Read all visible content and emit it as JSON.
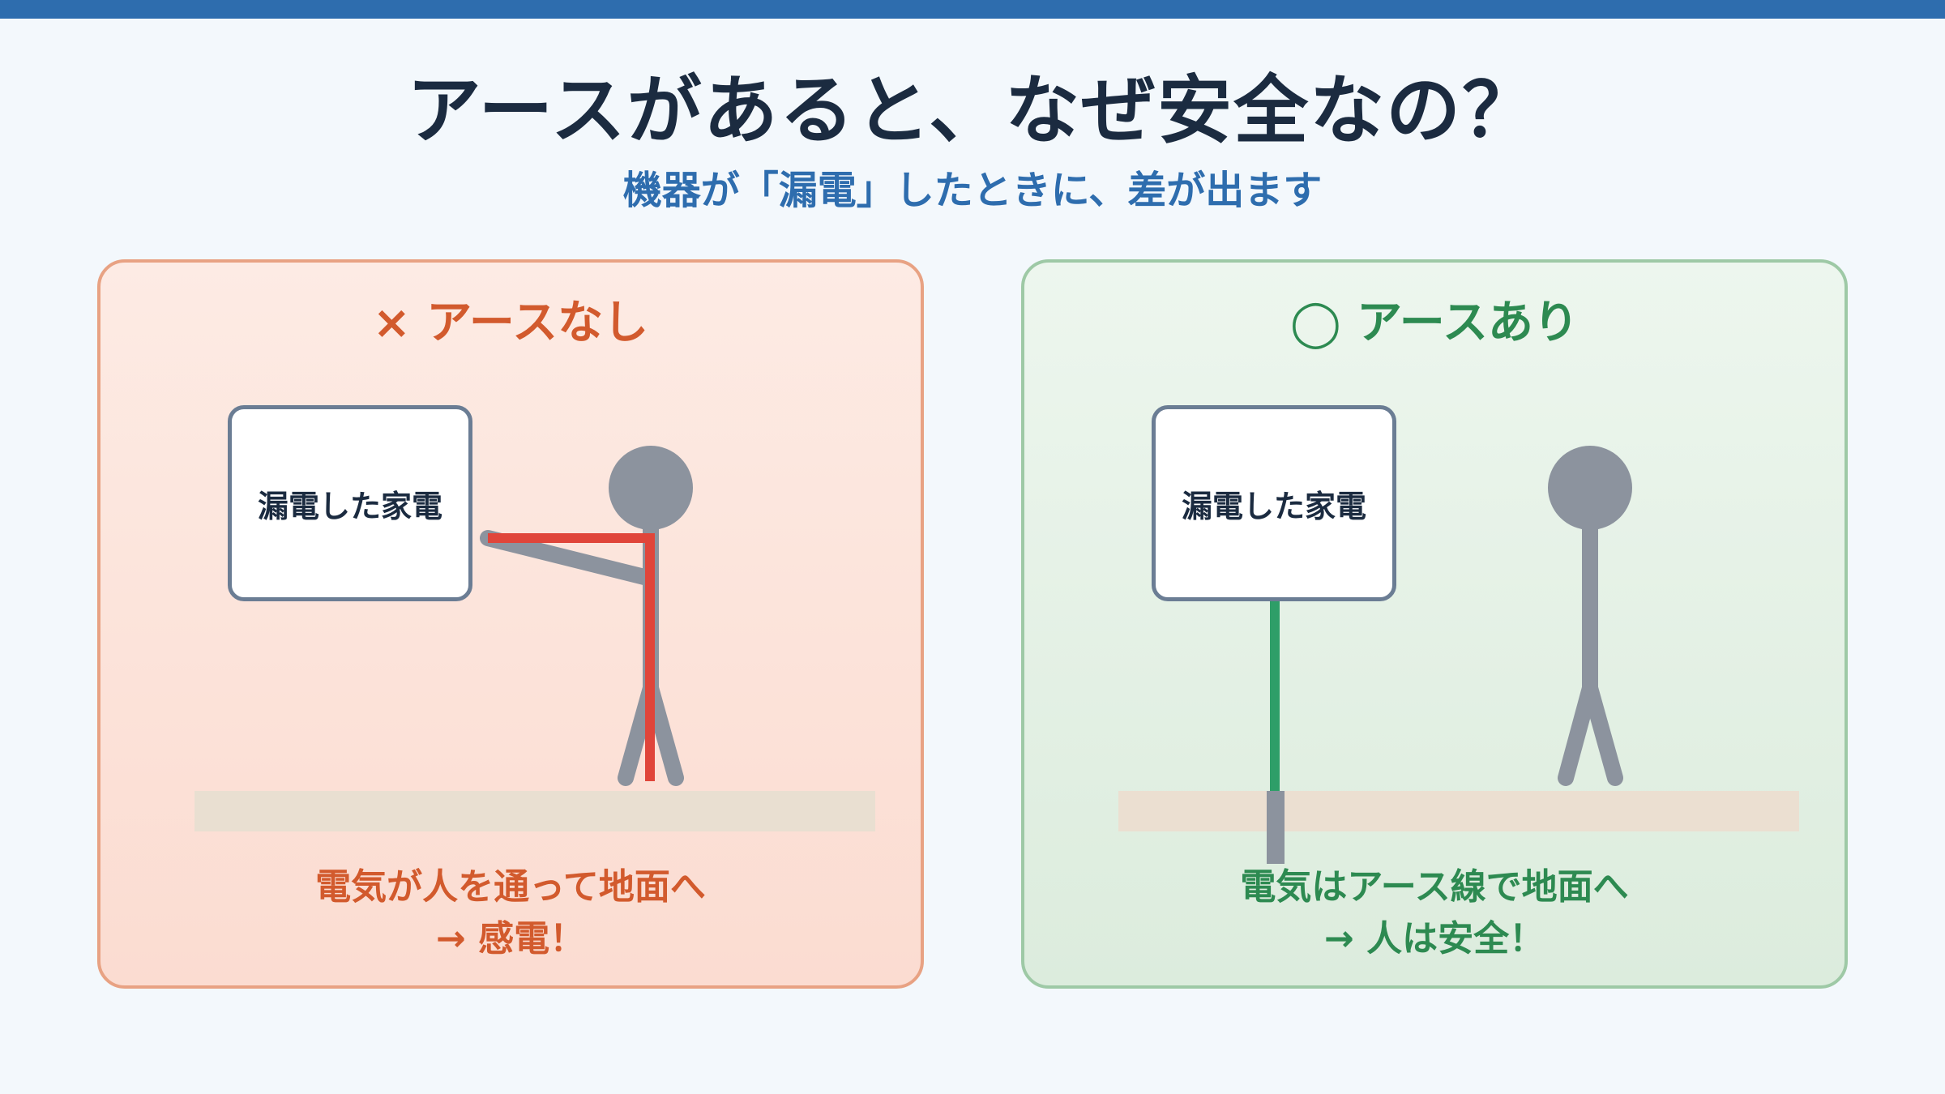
{
  "header": {
    "title": "アースがあると、なぜ安全なの？",
    "subtitle": "機器が「漏電」したときに、差が出ます"
  },
  "panels": {
    "without_ground": {
      "heading": "× アースなし",
      "appliance_label": "漏電した家電",
      "caption_line1": "電気が人を通って地面へ",
      "caption_line2": "→ 感電！"
    },
    "with_ground": {
      "heading": "◯ アースあり",
      "appliance_label": "漏電した家電",
      "caption_line1": "電気はアース線で地面へ",
      "caption_line2": "→ 人は安全！"
    }
  },
  "colors": {
    "brand_blue": "#2e6dae",
    "danger": "#d25a2d",
    "current_red": "#e0453a",
    "safe": "#2d8a51",
    "earth_wire_green": "#2e9e68",
    "person_gray": "#8c939e"
  }
}
